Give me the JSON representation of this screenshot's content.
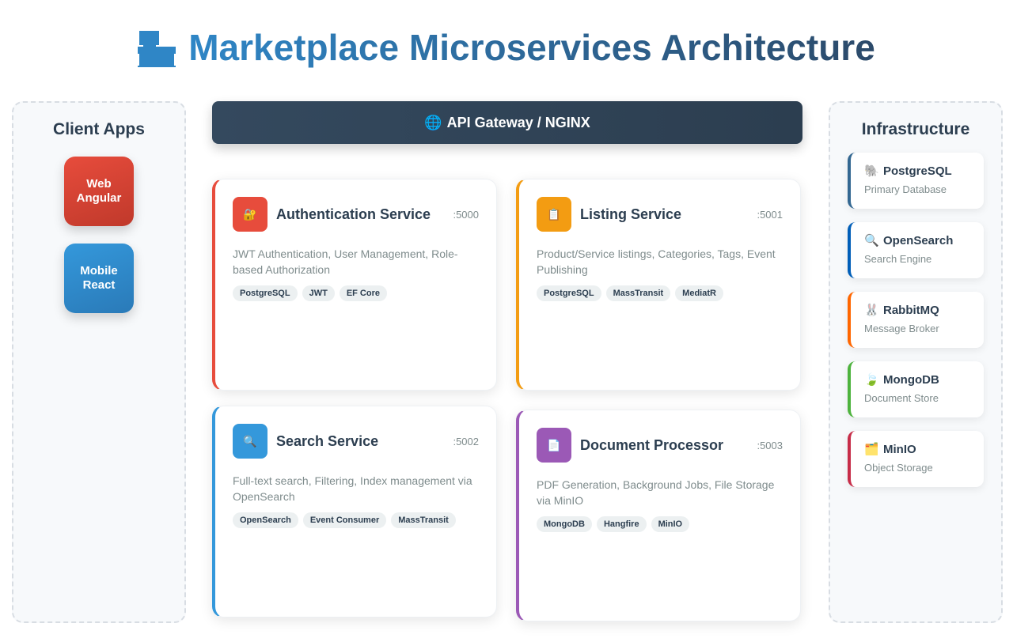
{
  "header": {
    "title": "Marketplace Microservices Architecture",
    "icon": "building-icon"
  },
  "clients": {
    "title": "Client Apps",
    "apps": [
      {
        "line1": "Web",
        "line2": "Angular"
      },
      {
        "line1": "Mobile",
        "line2": "React"
      }
    ]
  },
  "gateway": {
    "icon": "🌐",
    "label": "API Gateway / NGINX"
  },
  "services": [
    {
      "icon": "🔐",
      "title": "Authentication Service",
      "port": ":5000",
      "desc": "JWT Authentication, User Management, Role-based Authorization",
      "tags": [
        "PostgreSQL",
        "JWT",
        "EF Core"
      ],
      "color": "#e74c3c"
    },
    {
      "icon": "📋",
      "title": "Listing Service",
      "port": ":5001",
      "desc": "Product/Service listings, Categories, Tags, Event Publishing",
      "tags": [
        "PostgreSQL",
        "MassTransit",
        "MediatR"
      ],
      "color": "#f39c12"
    },
    {
      "icon": "🔍",
      "title": "Search Service",
      "port": ":5002",
      "desc": "Full-text search, Filtering, Index management via OpenSearch",
      "tags": [
        "OpenSearch",
        "Event Consumer",
        "MassTransit"
      ],
      "color": "#3498db"
    },
    {
      "icon": "📄",
      "title": "Document Processor",
      "port": ":5003",
      "desc": "PDF Generation, Background Jobs, File Storage via MinIO",
      "tags": [
        "MongoDB",
        "Hangfire",
        "MinIO"
      ],
      "color": "#9b59b6"
    }
  ],
  "infrastructure": {
    "title": "Infrastructure",
    "items": [
      {
        "icon": "🐘",
        "name": "PostgreSQL",
        "desc": "Primary Database",
        "color": "#336791"
      },
      {
        "icon": "🔍",
        "name": "OpenSearch",
        "desc": "Search Engine",
        "color": "#005eb8"
      },
      {
        "icon": "🐰",
        "name": "RabbitMQ",
        "desc": "Message Broker",
        "color": "#ff6600"
      },
      {
        "icon": "🍃",
        "name": "MongoDB",
        "desc": "Document Store",
        "color": "#4db33d"
      },
      {
        "icon": "🗂️",
        "name": "MinIO",
        "desc": "Object Storage",
        "color": "#c72c48"
      }
    ]
  }
}
